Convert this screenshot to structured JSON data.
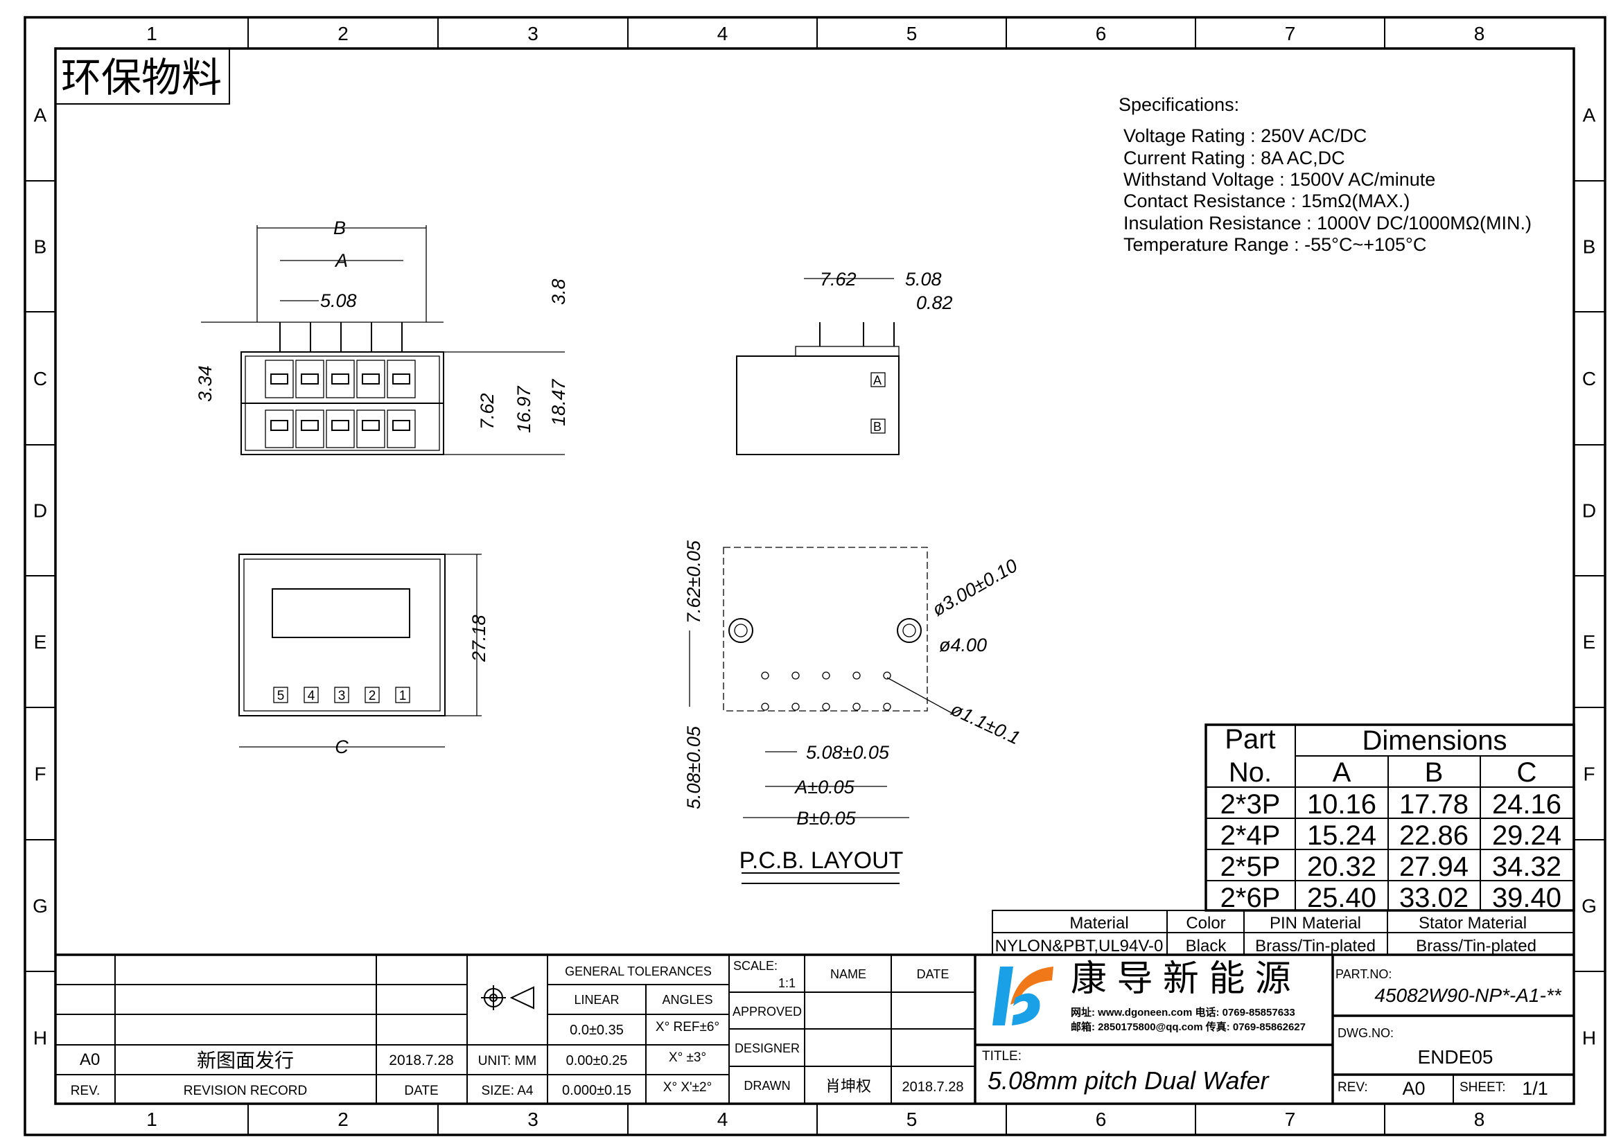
{
  "border": {
    "columns": [
      "1",
      "2",
      "3",
      "4",
      "5",
      "6",
      "7",
      "8"
    ],
    "rows": [
      "A",
      "B",
      "C",
      "D",
      "E",
      "F",
      "G",
      "H"
    ]
  },
  "stamp": "环保物料",
  "specs": {
    "title": "Specifications:",
    "lines": [
      "Voltage Rating : 250V AC/DC",
      "Current Rating : 8A AC,DC",
      "Withstand Voltage : 1500V AC/minute",
      "Contact Resistance : 15mΩ(MAX.)",
      "Insulation Resistance : 1000V DC/1000MΩ(MIN.)",
      "Temperature Range : -55°C~+105°C"
    ]
  },
  "top_view": {
    "dims": {
      "B": "B",
      "A": "A",
      "pitch": "5.08",
      "h1": "3.34",
      "h2": "7.62",
      "h3": "16.97",
      "h4": "18.47",
      "h5": "3.8"
    }
  },
  "side_view": {
    "dims": {
      "d1": "7.62",
      "d2": "5.08",
      "d3": "0.82"
    },
    "marks": [
      "A",
      "B"
    ]
  },
  "front_view": {
    "dims": {
      "h": "27.18",
      "w": "C"
    },
    "pins": [
      "5",
      "4",
      "3",
      "2",
      "1"
    ]
  },
  "pcb": {
    "title": "P.C.B. LAYOUT",
    "dims": {
      "v1": "7.62±0.05",
      "v2": "5.08±0.05",
      "d1": "ø3.00±0.10",
      "d2": "ø4.00",
      "d3": "ø1.1±0.1",
      "h1": "5.08±0.05",
      "h2": "A±0.05",
      "h3": "B±0.05"
    }
  },
  "dim_table": {
    "h_part": "Part",
    "h_no": "No.",
    "h_dims": "Dimensions",
    "cols": [
      "A",
      "B",
      "C"
    ],
    "rows": [
      [
        "2*3P",
        "10.16",
        "17.78",
        "24.16"
      ],
      [
        "2*4P",
        "15.24",
        "22.86",
        "29.24"
      ],
      [
        "2*5P",
        "20.32",
        "27.94",
        "34.32"
      ],
      [
        "2*6P",
        "25.40",
        "33.02",
        "39.40"
      ]
    ]
  },
  "materials": {
    "headers": [
      "Material",
      "Color",
      "PIN Material",
      "Stator Material"
    ],
    "values": [
      "NYLON&PBT,UL94V-0",
      "Black",
      "Brass/Tin-plated",
      "Brass/Tin-plated"
    ]
  },
  "title_block": {
    "rev_row": {
      "rev": "A0",
      "record": "新图面发行",
      "date": "2018.7.28"
    },
    "labels": {
      "rev": "REV.",
      "record": "REVISION RECORD",
      "date": "DATE",
      "unit": "UNIT: MM",
      "size": "SIZE: A4"
    },
    "tolerances": {
      "title": "GENERAL TOLERANCES",
      "linear": "LINEAR",
      "angles": "ANGLES",
      "l1": "0.0±0.35",
      "l2": "0.00±0.25",
      "l3": "0.000±0.15",
      "a1": "X° REF±6°",
      "a2": "X° ±3°",
      "a3": "X° X'±2°"
    },
    "scale_label": "SCALE:",
    "scale": "1:1",
    "name": "NAME",
    "date": "DATE",
    "approved": "APPROVED",
    "designer": "DESIGNER",
    "drawn": "DRAWN",
    "drawn_name": "肖坤权",
    "drawn_date": "2018.7.28",
    "company": "康 导 新 能 源",
    "contact1": "网址: www.dgoneen.com  电话: 0769-85857633",
    "contact2": "邮箱: 2850175800@qq.com  传真: 0769-85862627",
    "title_label": "TITLE:",
    "title": "5.08mm pitch Dual Wafer",
    "part_no_label": "PART.NO:",
    "part_no": "45082W90-NP*-A1-**",
    "dwg_no_label": "DWG.NO:",
    "dwg_no": "ENDE05",
    "rev_label": "REV:",
    "rev": "A0",
    "sheet_label": "SHEET:",
    "sheet": "1/1"
  },
  "colors": {
    "logo_blue": "#1aa0e6",
    "logo_orange": "#f07818"
  }
}
